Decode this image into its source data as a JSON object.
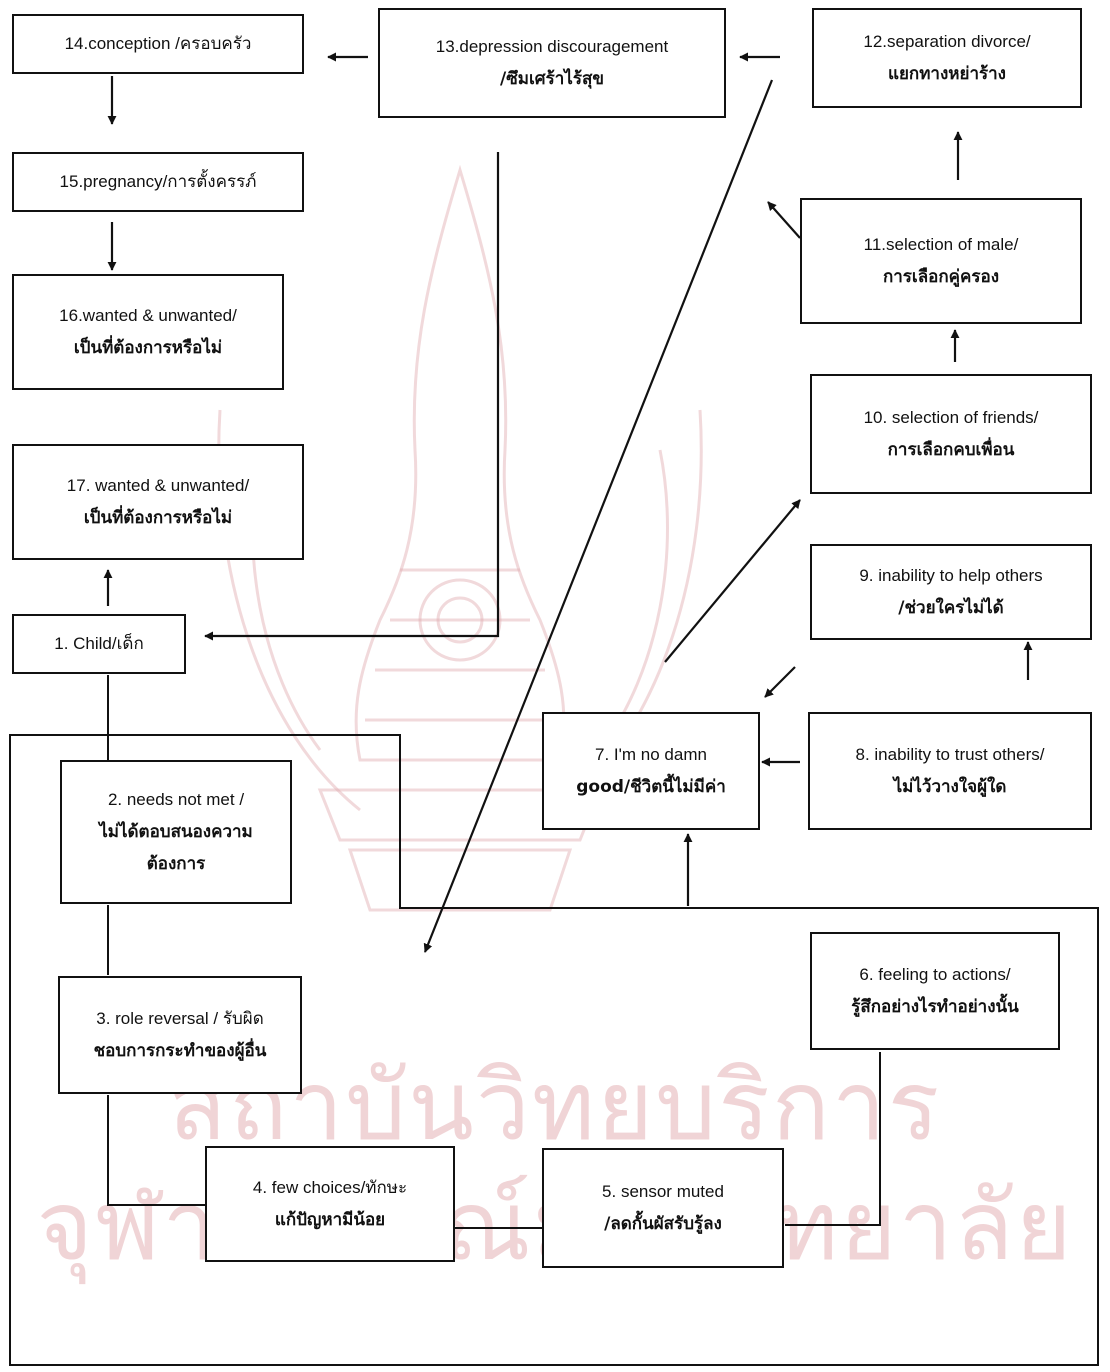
{
  "nodes": {
    "n1": {
      "line1": "1. Child/เด็ก",
      "line2": ""
    },
    "n2": {
      "line1": "2. needs not met /",
      "line2": "ไม่ได้ตอบสนองความ",
      "line3": "ต้องการ"
    },
    "n3": {
      "line1": "3. role reversal / รับผิด",
      "line2": "ชอบการกระทำของผู้อื่น"
    },
    "n4": {
      "line1": "4. few choices/ทักษะ",
      "line2": "แก้ปัญหามีน้อย"
    },
    "n5": {
      "line1": "5. sensor muted",
      "line2": "/ลดกั้นผัสรับรู้ลง"
    },
    "n6": {
      "line1": "6. feeling to actions/",
      "line2": "รู้สึกอย่างไรทำอย่างนั้น"
    },
    "n7": {
      "line1": "7. I'm no damn",
      "line2": "good/ชีวิตนี้ไม่มีค่า"
    },
    "n8": {
      "line1": "8. inability to trust others/",
      "line2": "ไม่ไว้วางใจผู้ใด"
    },
    "n9": {
      "line1": "9. inability to help others",
      "line2": "/ช่วยใครไม่ได้"
    },
    "n10": {
      "line1": "10. selection of friends/",
      "line2": "การเลือกคบเพื่อน"
    },
    "n11": {
      "line1": "11.selection of male/",
      "line2": "การเลือกคู่ครอง"
    },
    "n12": {
      "line1": "12.separation divorce/",
      "line2": "แยกทางหย่าร้าง"
    },
    "n13": {
      "line1": "13.depression discouragement",
      "line2": "/ซึมเศร้าไร้สุข"
    },
    "n14": {
      "line1": "14.conception /ครอบครัว",
      "line2": ""
    },
    "n15": {
      "line1": "15.pregnancy/การตั้งครรภ์",
      "line2": ""
    },
    "n16": {
      "line1": "16.wanted & unwanted/",
      "line2": "เป็นที่ต้องการหรือไม่"
    },
    "n17": {
      "line1": "17. wanted & unwanted/",
      "line2": "เป็นที่ต้องการหรือไม่"
    }
  },
  "watermark": {
    "line1": "สถาบันวิทยบริการ",
    "line2": "จุฬาลงกรณ์มหาวิทยาลัย"
  },
  "colors": {
    "line": "#111111",
    "watermark": "#dda0a5"
  }
}
